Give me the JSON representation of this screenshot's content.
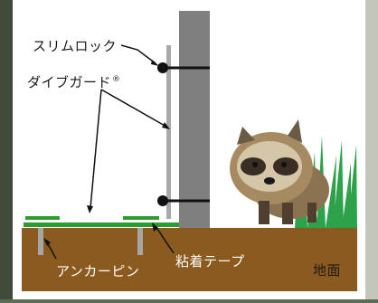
{
  "labels": {
    "slim_lock": "スリムロック",
    "dive_guard": "ダイブガード",
    "registered_mark": "®",
    "anchor_pin": "アンカーピン",
    "adhesive_tape": "粘着テープ",
    "ground": "地面"
  },
  "colors": {
    "panel": "#ffffff",
    "soil": "#8a5a1e",
    "post": "#808080",
    "guard_rail": "#a9a9a9",
    "green_strip": "#2f9a2f",
    "slim_lock": "#111111",
    "anchor_pin": "#a6a6a6",
    "grass": "#2ea24a",
    "outer_photo_left": "#3f4a3a",
    "outer_photo_right": "#bfc3b8"
  },
  "icons": [
    "raccoon-dog-icon",
    "grass-icon"
  ]
}
